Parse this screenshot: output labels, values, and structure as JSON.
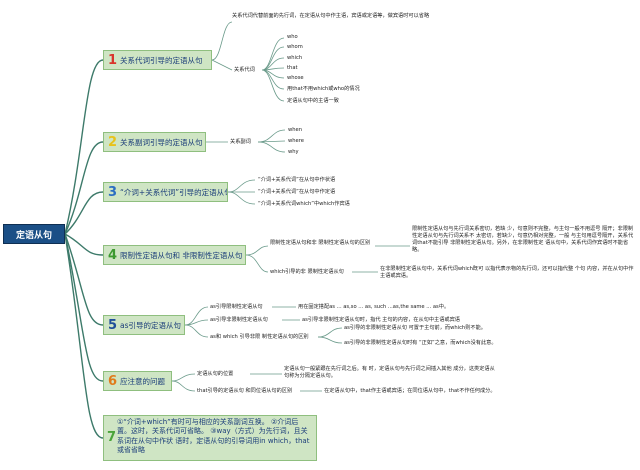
{
  "root": "定语从句",
  "branches": [
    {
      "num": "1",
      "label": "关系代词引导的定语从句"
    },
    {
      "num": "2",
      "label": "关系副词引导的定语从句"
    },
    {
      "num": "3",
      "label": "“介词+关系代词”引导的定语从句"
    },
    {
      "num": "4",
      "label": "限制性定语从句和 非限制性定语从句"
    },
    {
      "num": "5",
      "label": "as引导的定语从句"
    },
    {
      "num": "6",
      "label": "应注意的问题"
    },
    {
      "num": "7",
      "label": "①“介词+which”有时可与相应的关系副词互换。 ②介词后置。这时，关系代词可省略。 ③way（方式）为先行词，且关系词在从句中作状 语时，定语从句的引导词用in which，that或省省略"
    }
  ],
  "b1": {
    "note": "关系代词代替前面的先行词，在定语从句中作主语，宾语或定语等，做宾语时可以省略",
    "sub": "关系代词",
    "items": [
      "who",
      "whom",
      "which",
      "that",
      "whose",
      "用that不用which或who的情况",
      "定语从句中的主语一致"
    ]
  },
  "b2": {
    "sub": "关系副词",
    "items": [
      "when",
      "where",
      "why"
    ]
  },
  "b3": {
    "items": [
      "“介词+关系代词”在从句中作状语",
      "“介词+关系代词”在从句中作定语",
      "“介词+关系代词which”中which作宾语"
    ]
  },
  "b4": {
    "sub1": "限制性定语从句和非 限制性定语从句的区别",
    "note1": "限制性定语从句与先行词关系密切，若缺 少，句意则不完整，与主句一般不用逗号 隔开；非限制性定语从句与先行词关系不 太密切，若缺少，句意仍相对完整，一般 与主句用逗号隔开，关系代词that不能引导 非限制性定语从句。另外，在非限制性定 语从句中，关系代词作宾语时不能省略。",
    "sub2": "which引导的非 限制性定语从句",
    "note2": "在非限制性定语从句中，关系代词which既可 以指代表示物的先行词，还可以指代整 个句 内容，并在从句中作主语或宾语。"
  },
  "b5": {
    "sub1": "as引导限制性定语从句",
    "note1": "用在固定搭配as ... as,so ... as, such ...as,the same ... as中。",
    "sub2": "as引导非限制性定语从句",
    "note2": "as引导非限制性定语从句时，指代 主句的内容，在从句中主语或宾语",
    "sub3": "as和 which 引导非限 制性定语从句的区别",
    "note3a": "as引导的非限制性定语从句 可置于主句前，而which则不能。",
    "note3b": "as引导的非限制性定语从句时有 “正如”之意，而which没有此意。"
  },
  "b6": {
    "sub1": "定语从句的位置",
    "note1": "定语从句一般紧跟在先行词之后。有 时，定语从句与先行词之间插入其他 成分，这类定语从句称为分隔定语从句。",
    "sub2": "that引导的定语从句 和同位语从句的区别",
    "note2": "在定语从句中，that作主语或宾语；在同位语从句中，that不作任何成分。"
  }
}
